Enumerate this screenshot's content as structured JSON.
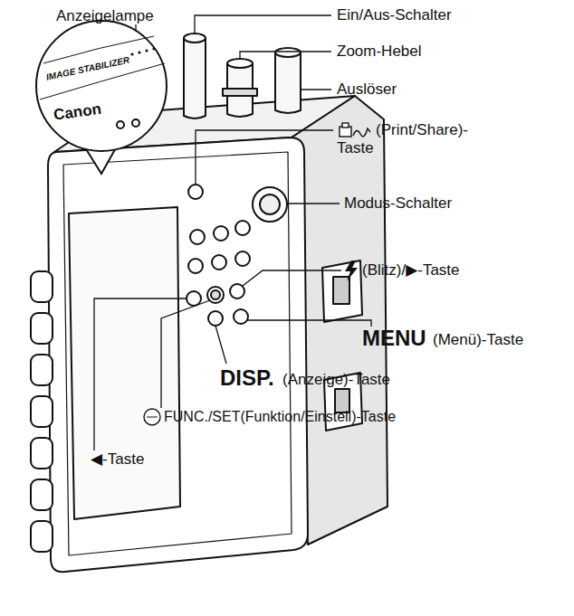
{
  "diagram": {
    "labels": [
      "Anzeigelampe",
      "Ein/Aus-Schalter",
      "Zoom-Hebel",
      "Auslöser",
      "(Print/Share)-Taste",
      "Modus-Schalter",
      "(Blitz)/▶-Taste",
      "MENU",
      "(Menü)-Taste",
      "DISP.",
      "(Anzeige)-Taste",
      "FUNC./SET(Funktion/Einstell)-Taste",
      "◀-Taste",
      "IMAGE STABILIZER",
      "Canon"
    ]
  }
}
